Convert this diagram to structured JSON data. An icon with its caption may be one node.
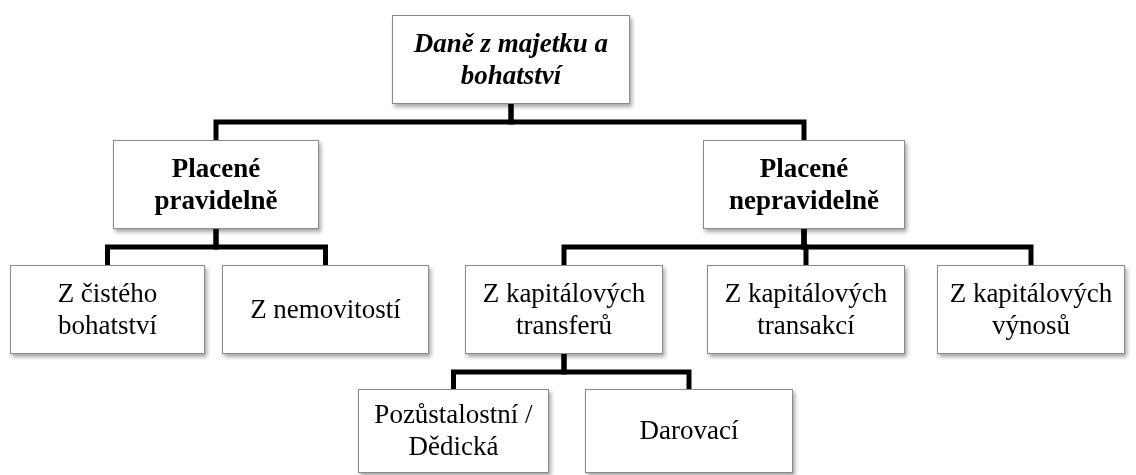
{
  "diagram": {
    "nodes": [
      {
        "text": [
          "Daně z majetku a bohatství"
        ]
      },
      {
        "text": [
          "Placené pravidelně"
        ]
      },
      {
        "text": [
          "Placené nepravidelně"
        ]
      },
      {
        "text": [
          "Z čistého bohatství"
        ]
      },
      {
        "text": [
          "Z nemovitostí"
        ]
      },
      {
        "text": [
          "Z kapitálových transferů"
        ]
      },
      {
        "text": [
          "Z kapitálových transakcí"
        ]
      },
      {
        "text": [
          "Z kapitálových výnosů"
        ]
      },
      {
        "text": [
          "Pozůstalostní / Dědická"
        ]
      },
      {
        "text": [
          "Darovací"
        ]
      }
    ],
    "edges": [
      {
        "from": 0,
        "to": 1,
        "arrow": "none"
      },
      {
        "from": 0,
        "to": 2,
        "arrow": "none"
      },
      {
        "from": 1,
        "to": 3,
        "arrow": "none"
      },
      {
        "from": 1,
        "to": 4,
        "arrow": "none"
      },
      {
        "from": 2,
        "to": 5,
        "arrow": "none"
      },
      {
        "from": 2,
        "to": 6,
        "arrow": "none"
      },
      {
        "from": 2,
        "to": 7,
        "arrow": "none"
      },
      {
        "from": 5,
        "to": 8,
        "arrow": "none"
      },
      {
        "from": 5,
        "to": 9,
        "arrow": "none"
      }
    ]
  }
}
